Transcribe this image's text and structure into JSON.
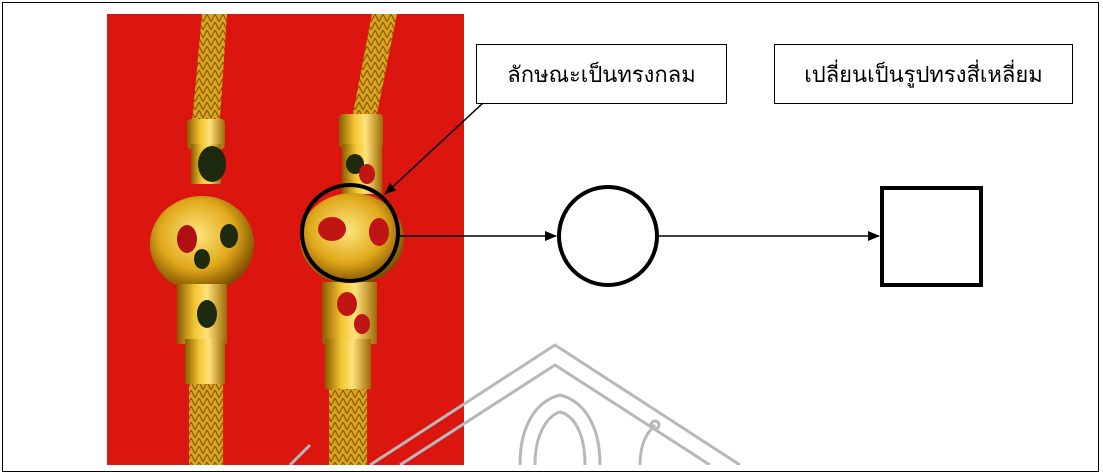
{
  "annotations": {
    "round_label": "ลักษณะเป็นทรงกลม",
    "square_label": "เปลี่ยนเป็นรูปทรงสี่เหลี่ยม"
  },
  "photo": {
    "subject": "gold-necklace-beads",
    "background_color": "#d4120c",
    "gold_color": "#e6b21c"
  },
  "shapes": [
    "circle",
    "square"
  ]
}
